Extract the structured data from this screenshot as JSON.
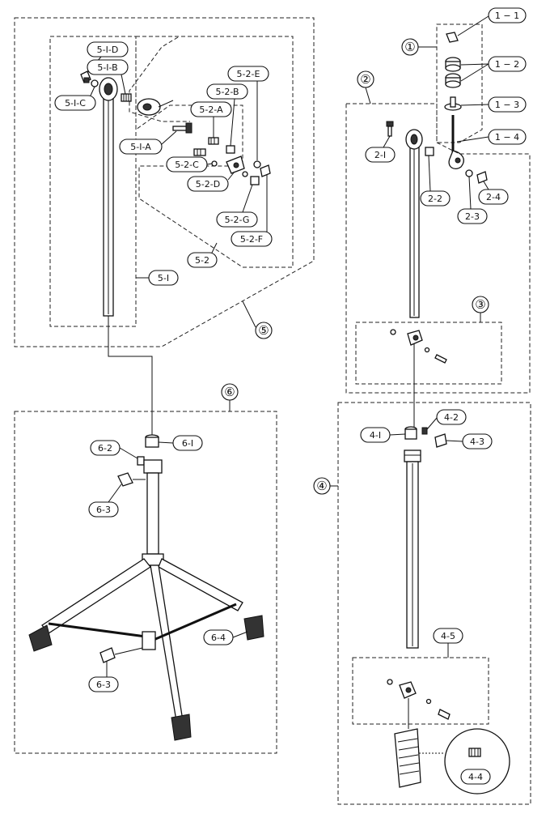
{
  "groups": {
    "g1": "①",
    "g2": "②",
    "g3": "③",
    "g4": "④",
    "g5": "⑤",
    "g6": "⑥"
  },
  "labels": {
    "l_1_1": "1 − 1",
    "l_1_2": "1 − 2",
    "l_1_3": "1 − 3",
    "l_1_4": "1 − 4",
    "l_2_1": "2-Ⅰ",
    "l_2_2": "2-2",
    "l_2_3": "2-3",
    "l_2_4": "2-4",
    "l_4_1": "4-Ⅰ",
    "l_4_2": "4-2",
    "l_4_3": "4-3",
    "l_4_4": "4-4",
    "l_4_5": "4-5",
    "l_5_1": "5-Ⅰ",
    "l_5_1_A": "5-Ⅰ-A",
    "l_5_1_B": "5-Ⅰ-B",
    "l_5_1_C": "5-Ⅰ-C",
    "l_5_1_D": "5-Ⅰ-D",
    "l_5_2": "5-2",
    "l_5_2_A": "5-2-A",
    "l_5_2_B": "5-2-B",
    "l_5_2_C": "5-2-C",
    "l_5_2_D": "5-2-D",
    "l_5_2_E": "5-2-E",
    "l_5_2_F": "5-2-F",
    "l_5_2_G": "5-2-G",
    "l_6_1": "6-Ⅰ",
    "l_6_2": "6-2",
    "l_6_3a": "6-3",
    "l_6_3b": "6-3",
    "l_6_4": "6-4"
  }
}
